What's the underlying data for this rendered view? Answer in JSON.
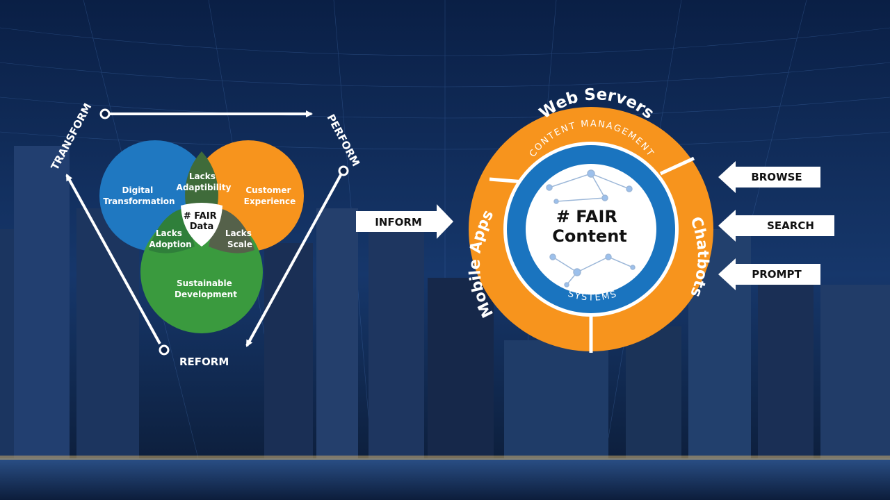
{
  "colors": {
    "blue": "#1f78c1",
    "orange": "#f7941d",
    "green": "#3a9a3e",
    "ring_blue": "#1a74bf",
    "sky_top": "#0b2450",
    "sky_bottom": "#1a3f7a"
  },
  "cycle": {
    "transform": "TRANSFORM",
    "perform": "PERFORM",
    "reform": "REFORM"
  },
  "venn": {
    "digital": [
      "Digital",
      "Transformation"
    ],
    "customer": [
      "Customer",
      "Experience"
    ],
    "sustainable": [
      "Sustainable",
      "Development"
    ],
    "adaptability": [
      "Lacks",
      "Adaptibility"
    ],
    "adoption": [
      "Lacks",
      "Adoption"
    ],
    "scale": [
      "Lacks",
      "Scale"
    ],
    "center": [
      "# FAIR",
      "Data"
    ]
  },
  "inform": "INFORM",
  "wheel": {
    "top": "Web Servers",
    "right": "Chatbots",
    "left": "Mobile Apps",
    "ring_top": "CONTENT MANAGEMENT",
    "ring_bottom": "SYSTEMS",
    "center_line1": "# FAIR",
    "center_line2": "Content"
  },
  "inputs": [
    "BROWSE",
    "SEARCH",
    "PROMPT"
  ]
}
